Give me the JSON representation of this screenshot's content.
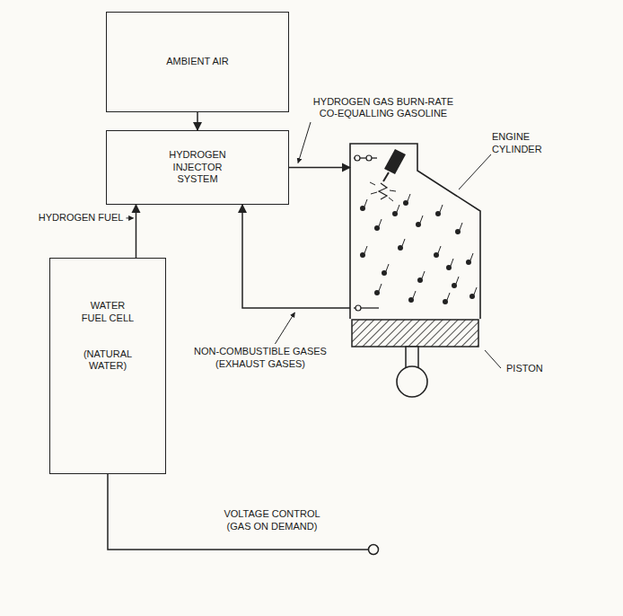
{
  "diagram": {
    "nodes": [
      {
        "text": [
          "AMBIENT AIR"
        ]
      },
      {
        "text": [
          "HYDROGEN INJECTOR SYSTEM"
        ]
      },
      {
        "text": [
          "WATER FUEL CELL",
          "(NATURAL WATER)"
        ]
      },
      {
        "text": [
          "ENGINE CYLINDER"
        ]
      }
    ],
    "edges": [
      {
        "from": 0,
        "to": 1,
        "arrow": "to"
      },
      {
        "from": 1,
        "to": 3,
        "arrow": "to",
        "label": "HYDROGEN GAS BURN-RATE CO-EQUALLING GASOLINE"
      },
      {
        "from": 2,
        "to": 1,
        "arrow": "to",
        "label": "HYDROGEN FUEL"
      },
      {
        "from": 3,
        "to": 1,
        "arrow": "to",
        "label": "NON-COMBUSTIBLE GASES (EXHAUST GASES)"
      }
    ],
    "labels": [
      "PISTON",
      "VOLTAGE CONTROL (GAS ON DEMAND)"
    ]
  }
}
